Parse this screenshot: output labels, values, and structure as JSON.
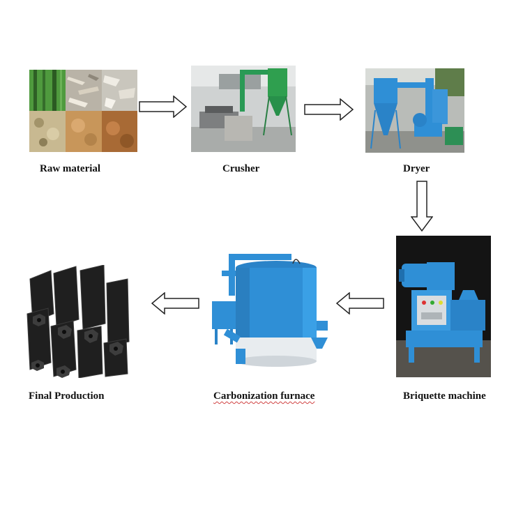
{
  "steps": {
    "raw_material": {
      "label": "Raw material"
    },
    "crusher": {
      "label": "Crusher"
    },
    "dryer": {
      "label": "Dryer"
    },
    "briquette_machine": {
      "label": "Briquette machine"
    },
    "carbonization_furnace": {
      "label": "Carbonization furnace"
    },
    "final_production": {
      "label": "Final Production"
    }
  },
  "flow": [
    "raw_material",
    "crusher",
    "dryer",
    "briquette_machine",
    "carbonization_furnace",
    "final_production"
  ],
  "colors": {
    "machine_blue": "#2f8fd6",
    "forest_green": "#3f8a3a",
    "sawdust": "#b9874f",
    "charcoal": "#1f1f1f",
    "arrow_stroke": "#222222"
  },
  "icons": {
    "arrow": "outline-block-arrow"
  }
}
